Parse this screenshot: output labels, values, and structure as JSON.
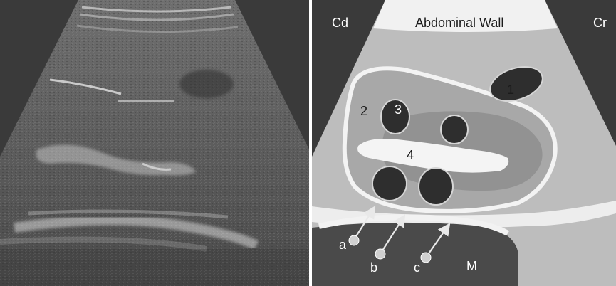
{
  "figure": {
    "left_panel": {
      "kind": "ultrasound-image"
    },
    "right_panel": {
      "kind": "schematic-diagram",
      "labels": {
        "caudal": "Cd",
        "cranial": "Cr",
        "top": "Abdominal Wall",
        "n1": "1",
        "n2": "2",
        "n3": "3",
        "n4": "4",
        "a": "a",
        "b": "b",
        "c": "c",
        "m": "M"
      }
    },
    "colors": {
      "background": "#3a3a3a",
      "wall": "#f1f1f1",
      "tissue": "#bdbdbd",
      "organ": "#9a9a9a",
      "lesion": "#2e2e2e",
      "echogenic": "#f4f4f4"
    }
  }
}
